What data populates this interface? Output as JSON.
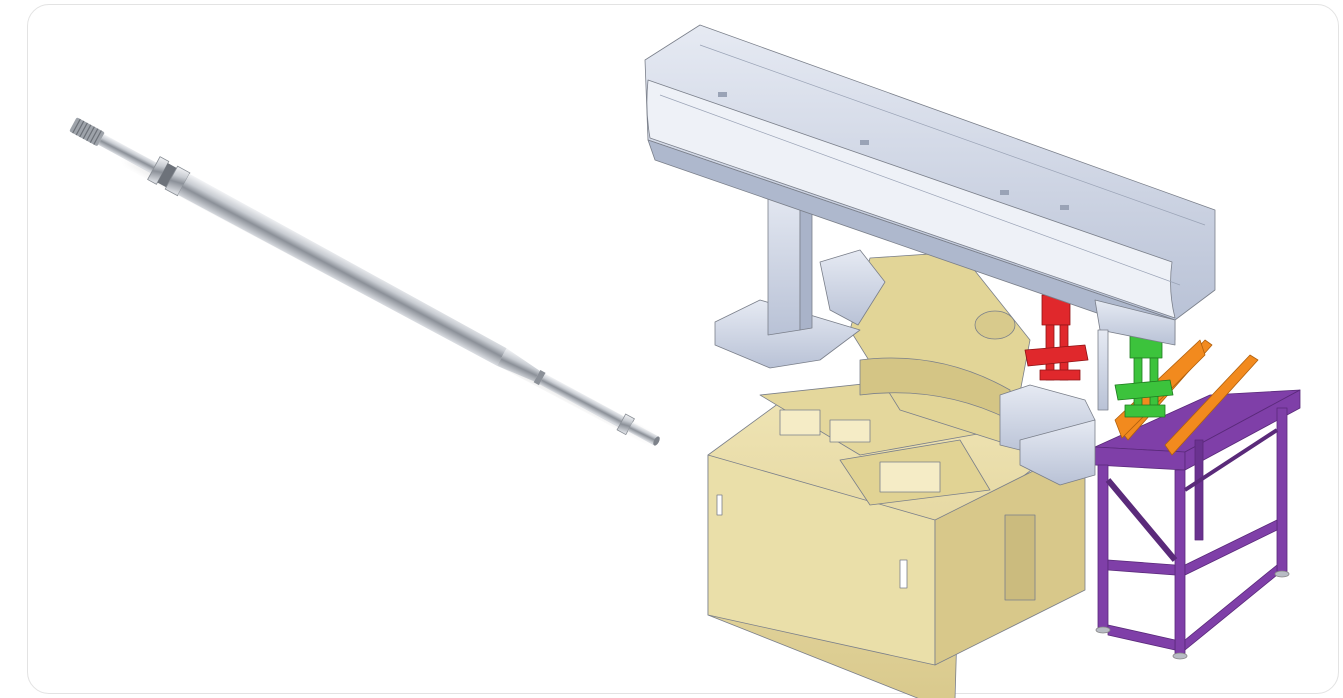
{
  "figure": {
    "colors": {
      "frame_border": "#e3e3e3",
      "shaft_steel": "#b9bdc3",
      "cover_blue": "#c9d1e2",
      "base_tan": "#e8dca4",
      "gripper_red": "#e0282c",
      "gripper_green": "#3cc33c",
      "rack_orange": "#f28a1e",
      "stand_purple": "#7f3fa8"
    },
    "objects": [
      {
        "name": "machined-steel-shaft",
        "kind": "photo"
      },
      {
        "name": "cnc-loading-machine-assembly",
        "kind": "cad-render"
      }
    ]
  }
}
